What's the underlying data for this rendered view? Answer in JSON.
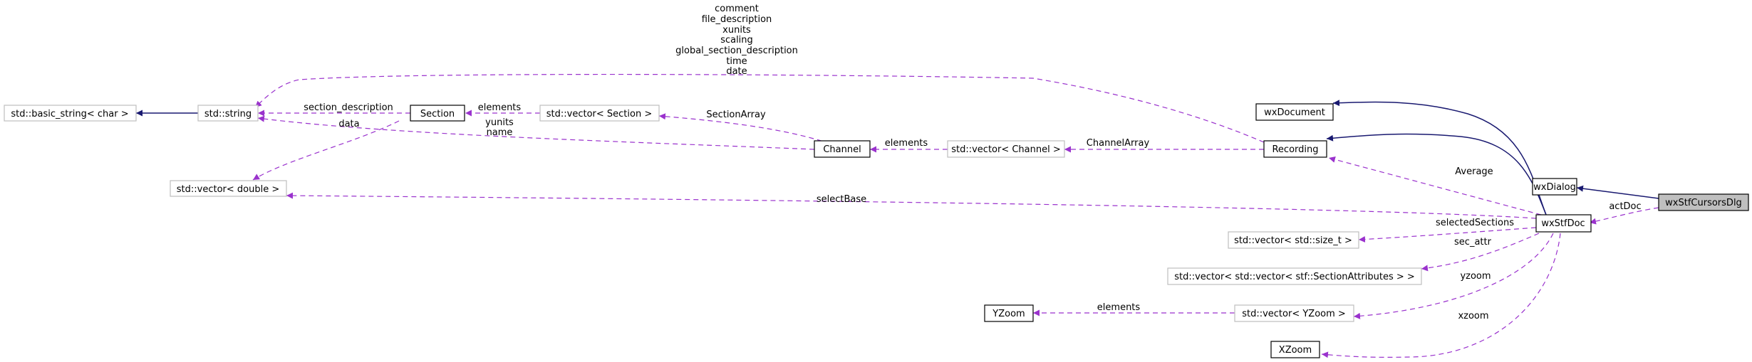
{
  "colors": {
    "inheritance_edge": "#191970",
    "usage_edge": "#9a32cd",
    "focus_fill": "#bfbfbf",
    "undocumented_border": "#bfbfbf"
  },
  "nodes": {
    "basic_string": "std::basic_string< char >",
    "string": "std::string",
    "section": "Section",
    "vector_section": "std::vector< Section >",
    "vector_double": "std::vector< double >",
    "channel": "Channel",
    "vector_channel": "std::vector< Channel >",
    "wxdocument": "wxDocument",
    "recording": "Recording",
    "wxdialog": "wxDialog",
    "wxstfcursorsdlg": "wxStfCursorsDlg",
    "wxstfdoc": "wxStfDoc",
    "vector_size_t": "std::vector< std::size_t >",
    "vector_vector_secattr": "std::vector< std::vector< stf::SectionAttributes > >",
    "yzoom": "YZoom",
    "vector_yzoom": "std::vector< YZoom >",
    "xzoom": "XZoom"
  },
  "edge_labels": {
    "recording_strings": [
      "comment",
      "file_description",
      "xunits",
      "scaling",
      "global_section_description",
      "time",
      "date"
    ],
    "section_description": "section_description",
    "section_data": "data",
    "channel_strings": [
      "yunits",
      "name"
    ],
    "section_elements": "elements",
    "section_array": "SectionArray",
    "channel_elements": "elements",
    "channel_array": "ChannelArray",
    "average": "Average",
    "select_base": "selectBase",
    "act_doc": "actDoc",
    "selected_sections": "selectedSections",
    "sec_attr": "sec_attr",
    "yzoom_edge": "yzoom",
    "yzoom_elements": "elements",
    "xzoom_edge": "xzoom"
  }
}
